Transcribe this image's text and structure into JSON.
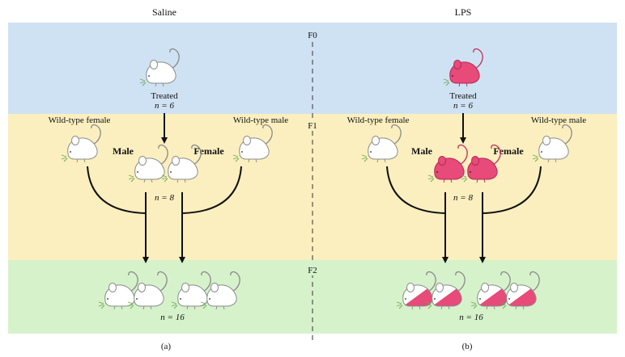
{
  "colors": {
    "band_f0": "#cfe2f3",
    "band_f1": "#fbefbf",
    "band_f2": "#d6f2cb",
    "lps_pink": "#e84a7a",
    "mouse_white": "#ffffff",
    "mouse_outline": "#8a8a8a",
    "whisker_green": "#6aa84f"
  },
  "headers": {
    "left": "Saline",
    "right": "LPS"
  },
  "generations": {
    "f0": "F0",
    "f1": "F1",
    "f2": "F2"
  },
  "saline": {
    "treated_label": "Treated",
    "treated_n": "n = 6",
    "wt_female": "Wild-type female",
    "wt_male": "Wild-type male",
    "male_label": "Male",
    "female_label": "Female",
    "f1_n": "n = 8",
    "f2_n": "n = 16",
    "panel_label": "(a)"
  },
  "lps": {
    "treated_label": "Treated",
    "treated_n": "n = 6",
    "wt_female": "Wild-type female",
    "wt_male": "Wild-type male",
    "male_label": "Male",
    "female_label": "Female",
    "f1_n": "n = 8",
    "f2_n": "n = 16",
    "panel_label": "(b)"
  },
  "icons": {
    "mouse_white": "white-mouse-icon",
    "mouse_pink": "pink-mouse-icon",
    "mouse_half": "half-pink-mouse-icon"
  }
}
